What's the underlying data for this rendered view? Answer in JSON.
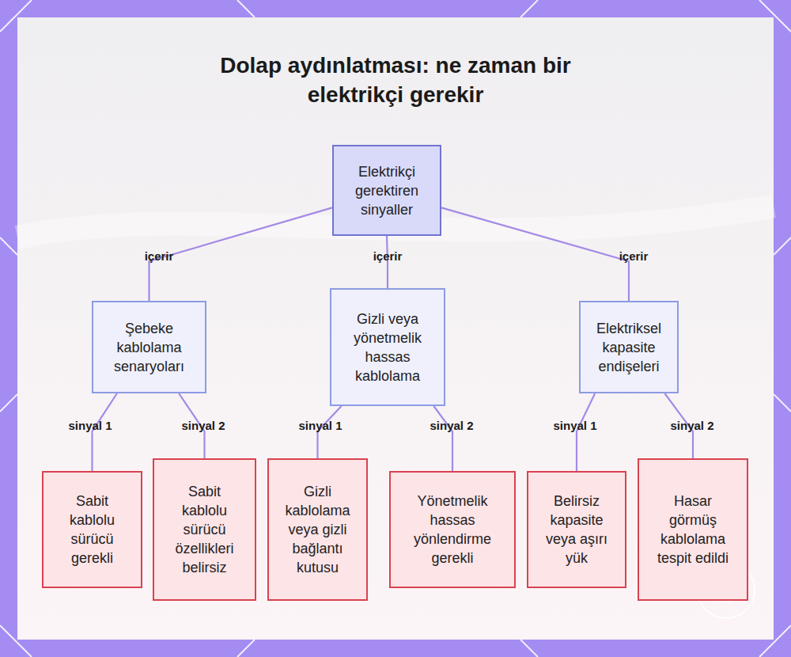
{
  "diagram": {
    "title": "Dolap aydınlatması: ne zaman bir elektrikçi gerekir",
    "nodes": [
      {
        "text": [
          "Elektrikçi gerektiren sinyaller"
        ]
      },
      {
        "text": [
          "Şebeke kablolama senaryoları"
        ]
      },
      {
        "text": [
          "Gizli veya yönetmelik hassas kablolama"
        ]
      },
      {
        "text": [
          "Elektriksel kapasite endişeleri"
        ]
      },
      {
        "text": [
          "Sabit kablolu sürücü gerekli"
        ]
      },
      {
        "text": [
          "Sabit kablolu sürücü özellikleri belirsiz"
        ]
      },
      {
        "text": [
          "Gizli kablolama veya gizli bağlantı kutusu"
        ]
      },
      {
        "text": [
          "Yönetmelik hassas yönlendirme gerekli"
        ]
      },
      {
        "text": [
          "Belirsiz kapasite veya aşırı yük"
        ]
      },
      {
        "text": [
          "Hasar görmüş kablolama tespit edildi"
        ]
      }
    ],
    "edges": [
      {
        "from": 0,
        "to": 1,
        "label": "içerir",
        "arrow": "none"
      },
      {
        "from": 0,
        "to": 2,
        "label": "içerir",
        "arrow": "none"
      },
      {
        "from": 0,
        "to": 3,
        "label": "içerir",
        "arrow": "none"
      },
      {
        "from": 1,
        "to": 4,
        "label": "sinyal 1",
        "arrow": "none"
      },
      {
        "from": 1,
        "to": 5,
        "label": "sinyal 2",
        "arrow": "none"
      },
      {
        "from": 2,
        "to": 6,
        "label": "sinyal 1",
        "arrow": "none"
      },
      {
        "from": 2,
        "to": 7,
        "label": "sinyal 2",
        "arrow": "none"
      },
      {
        "from": 3,
        "to": 8,
        "label": "sinyal 1",
        "arrow": "none"
      },
      {
        "from": 3,
        "to": 9,
        "label": "sinyal 2",
        "arrow": "none"
      }
    ]
  }
}
